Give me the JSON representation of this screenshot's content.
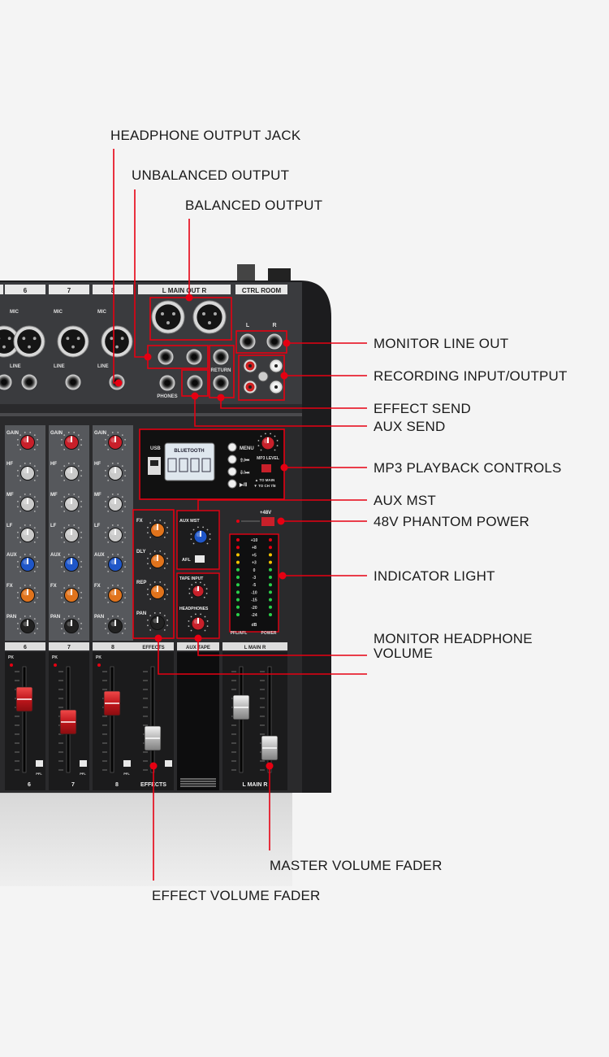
{
  "callouts": {
    "headphone_output_jack": "HEADPHONE OUTPUT JACK",
    "unbalanced_output": "UNBALANCED OUTPUT",
    "balanced_output": "BALANCED OUTPUT",
    "monitor_line_out": "MONITOR LINE OUT",
    "recording_io": "RECORDING INPUT/OUTPUT",
    "effect_send": "EFFECT SEND",
    "aux_send": "AUX SEND",
    "mp3_playback_controls": "MP3 PLAYBACK CONTROLS",
    "aux_mst": "AUX MST",
    "phantom_power": "48V PHANTOM POWER",
    "indicator_light": "INDICATOR LIGHT",
    "monitor_headphone_volume_1": "MONITOR HEADPHONE",
    "monitor_headphone_volume_2": "VOLUME",
    "master_volume_fader": "MASTER VOLUME FADER",
    "effect_volume_fader": "EFFECT VOLUME FADER"
  },
  "panel": {
    "channels": [
      "6",
      "7",
      "8"
    ],
    "main_out": "L  MAIN OUT  R",
    "ctrl_room": "CTRL ROOM",
    "ctrl_l": "L",
    "ctrl_r": "R",
    "mic": "MIC",
    "line": "LINE",
    "phones": "PHONES",
    "return": "RETURN",
    "knobs": [
      "GAIN",
      "HF",
      "MF",
      "LF",
      "AUX",
      "FX",
      "PAN"
    ],
    "fx_knobs": [
      "FX",
      "DLY",
      "REP",
      "PAN"
    ],
    "usb": "USB",
    "display_text": "BLUETOOTH",
    "mp3_buttons": [
      "MENU",
      "⇧/⏮",
      "⇩/⏭",
      "▶/Ⅱ"
    ],
    "mp3_level": "MP3 LEVEL",
    "to_main": "▲ TO MAIN",
    "to_ch": "▼ TO CH 7/8",
    "phantom": "+48V",
    "aux_mst": "AUX MST",
    "afl": "AFL",
    "tape_input": "TAPE INPUT",
    "headphones": "HEADPHONES",
    "effects": "EFFECTS",
    "aux_tape": "AUX  TAPE",
    "main_lr": "L  MAIN  R",
    "pfl": "PFL",
    "pk": "PK",
    "meter_labels": [
      "+10",
      "+8",
      "+5",
      "+3",
      "0",
      "-3",
      "-5",
      "-10",
      "-15",
      "-20",
      "-24"
    ],
    "db": "dB",
    "pfl_afl": "PFL/AFL",
    "power": "POWER"
  },
  "colors": {
    "callout_line": "#e60012",
    "panel_dark": "#2b2b2d",
    "strip": "#56585c",
    "gain_knob": "#c8202a",
    "aux_knob": "#1f56c8",
    "fx_knob": "#e0731c",
    "eq_knob": "#c9c9c9"
  }
}
